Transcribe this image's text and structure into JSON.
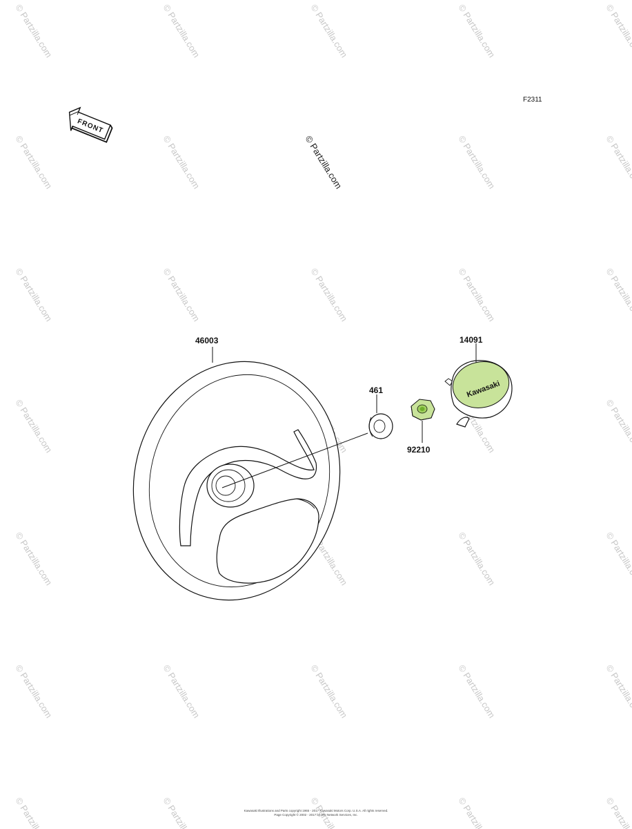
{
  "figure_code": "F2311",
  "front_arrow_label": "FRONT",
  "watermark_text": "Partzilla.com",
  "watermark_center_text": "© Partzilla.com",
  "parts": {
    "steering_wheel": "46003",
    "washer": "461",
    "nut": "92210",
    "cap": "14091"
  },
  "cap_logo_text": "Kawasaki",
  "footer_line1": "Kawasaki Illustrations and Parts copyright 1965 - 2017 Kawasaki Motors Corp. U.S.A. All rights reserved.",
  "footer_line2": "Page Copyright © 2002 - 2017 by ARI Network Services, Inc.",
  "colors": {
    "line": "#111111",
    "highlight": "#c8e39a",
    "watermark": "#c8c8c8"
  }
}
